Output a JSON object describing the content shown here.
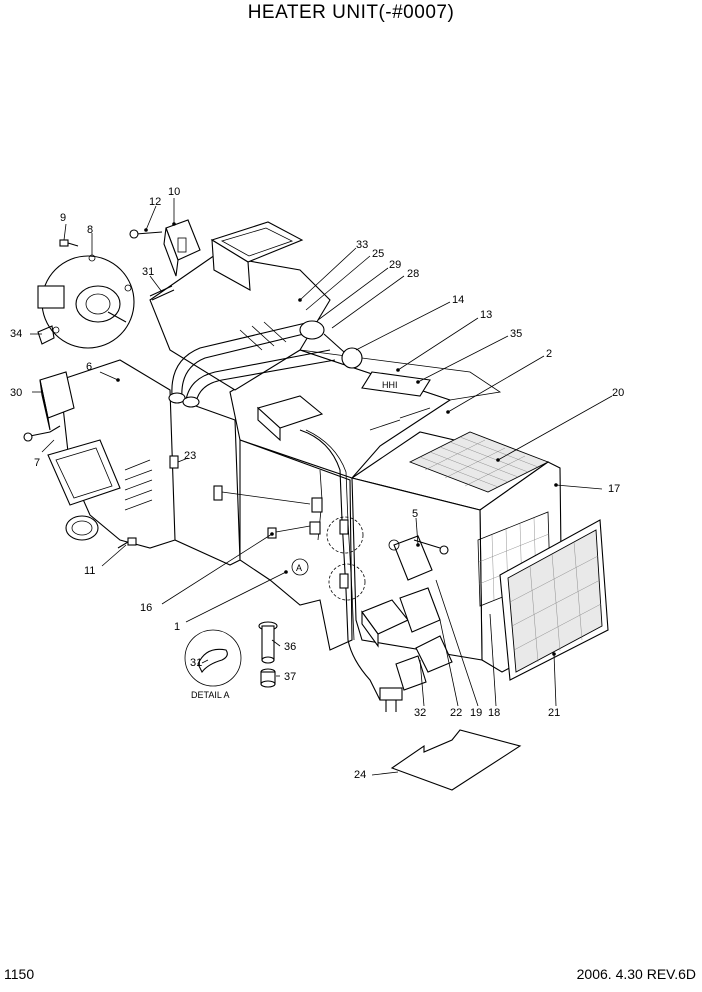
{
  "title": "HEATER UNIT(-#0007)",
  "footer": {
    "page_number": "1150",
    "revision": "2006. 4.30  REV.6D"
  },
  "detail": {
    "letter": "A",
    "caption": "DETAIL A",
    "part": "31"
  },
  "plate_text": "HHI",
  "callouts": [
    "1",
    "2",
    "5",
    "6",
    "7",
    "8",
    "9",
    "10",
    "11",
    "12",
    "13",
    "14",
    "16",
    "17",
    "18",
    "19",
    "20",
    "21",
    "22",
    "23",
    "24",
    "25",
    "28",
    "29",
    "30",
    "31",
    "31",
    "32",
    "33",
    "34",
    "35",
    "36",
    "37"
  ]
}
